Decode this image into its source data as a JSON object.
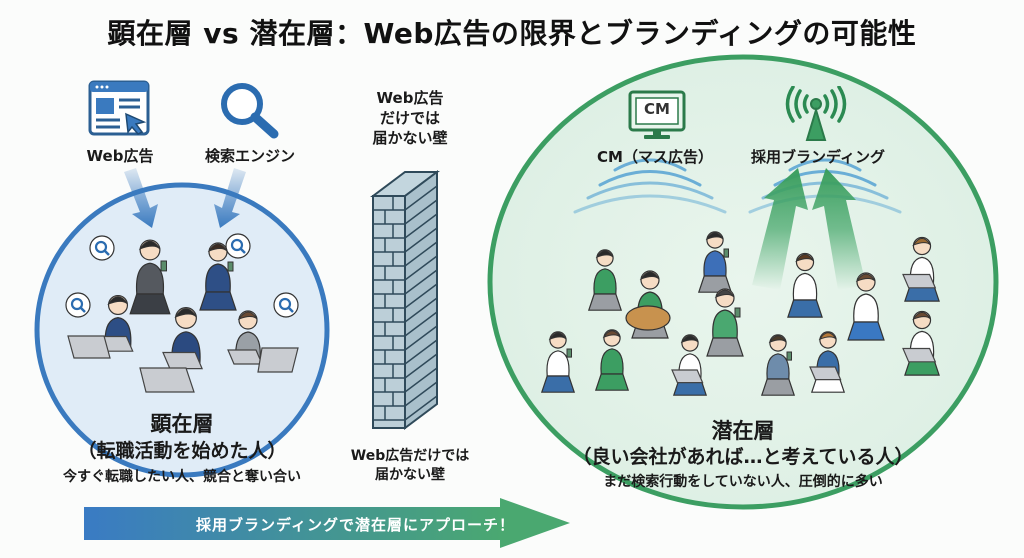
{
  "title": "顕在層 vs 潜在層：Web広告の限界とブランディングの可能性",
  "left": {
    "icons": [
      {
        "icon": "browser-ad-icon",
        "label": "Web広告"
      },
      {
        "icon": "search-icon",
        "label": "検索エンジン"
      }
    ],
    "circle_title": "顕在層",
    "circle_subtitle": "（転職活動を始めた人）",
    "circle_note": "今すぐ転職したい人、競合と奪い合い",
    "color": "#3a7abf",
    "fill": "#deebf6"
  },
  "wall": {
    "top_label_lines": [
      "Web広告",
      "だけでは",
      "届かない壁"
    ],
    "bottom_label_lines": [
      "Web広告だけでは",
      "届かない壁"
    ],
    "color": "#b9cdd6",
    "stroke": "#2f4a5a"
  },
  "right": {
    "icons": [
      {
        "icon": "tv-cm-icon",
        "label": "CM（マス広告）",
        "screen_text": "CM"
      },
      {
        "icon": "broadcast-antenna-icon",
        "label": "採用ブランディング"
      }
    ],
    "circle_title": "潜在層",
    "circle_subtitle": "（良い会社があれば…と考えている人）",
    "circle_note": "まだ検索行動をしていない人、圧倒的に多い",
    "color": "#3c9e62",
    "fill": "#e3f2e8"
  },
  "banner": {
    "text": "採用ブランディングで潜在層にアプローチ！",
    "gradient_start": "#3a7bc4",
    "gradient_end": "#4aa870"
  }
}
